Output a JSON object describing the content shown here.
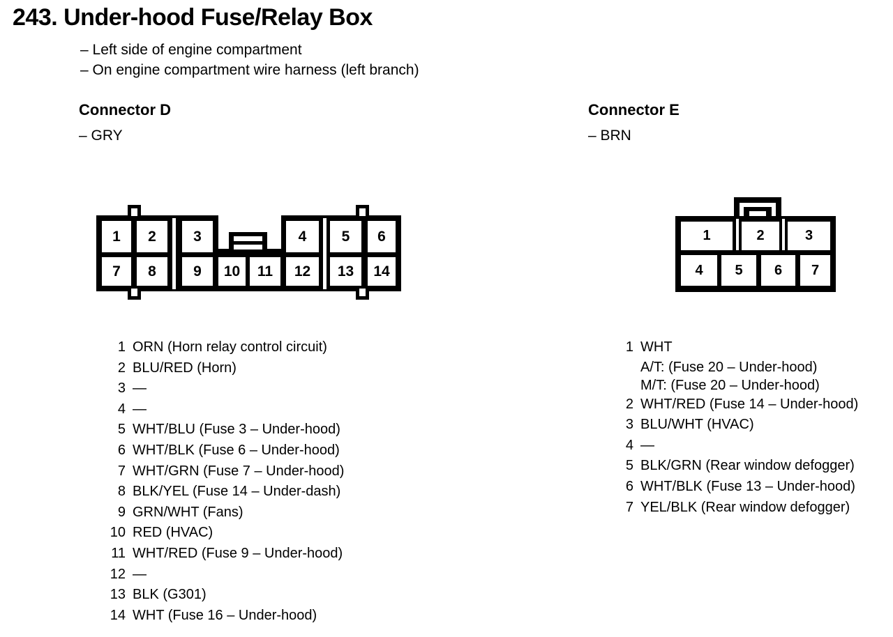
{
  "page": {
    "title": "243. Under-hood Fuse/Relay Box",
    "location_notes": [
      "– Left side of engine compartment",
      "– On engine compartment wire harness (left branch)"
    ]
  },
  "colors": {
    "ink": "#000000",
    "paper": "#ffffff"
  },
  "connector_d": {
    "name": "Connector D",
    "color_note": "– GRY",
    "pins": [
      {
        "num": "1",
        "desc": "ORN (Horn relay control circuit)"
      },
      {
        "num": "2",
        "desc": "BLU/RED (Horn)"
      },
      {
        "num": "3",
        "desc": "—"
      },
      {
        "num": "4",
        "desc": "—"
      },
      {
        "num": "5",
        "desc": "WHT/BLU (Fuse 3 – Under-hood)"
      },
      {
        "num": "6",
        "desc": "WHT/BLK (Fuse 6 – Under-hood)"
      },
      {
        "num": "7",
        "desc": "WHT/GRN (Fuse 7 – Under-hood)"
      },
      {
        "num": "8",
        "desc": "BLK/YEL (Fuse 14 – Under-dash)"
      },
      {
        "num": "9",
        "desc": "GRN/WHT (Fans)"
      },
      {
        "num": "10",
        "desc": "RED (HVAC)"
      },
      {
        "num": "11",
        "desc": "WHT/RED (Fuse 9 – Under-hood)"
      },
      {
        "num": "12",
        "desc": "—"
      },
      {
        "num": "13",
        "desc": "BLK (G301)"
      },
      {
        "num": "14",
        "desc": "WHT (Fuse 16 – Under-hood)"
      }
    ]
  },
  "connector_e": {
    "name": "Connector E",
    "color_note": "– BRN",
    "pins": [
      {
        "num": "1",
        "desc": "WHT",
        "extra": [
          "A/T: (Fuse 20 – Under-hood)",
          "M/T: (Fuse 20 – Under-hood)"
        ]
      },
      {
        "num": "2",
        "desc": "WHT/RED (Fuse 14 – Under-hood)"
      },
      {
        "num": "3",
        "desc": "BLU/WHT (HVAC)"
      },
      {
        "num": "4",
        "desc": "—"
      },
      {
        "num": "5",
        "desc": "BLK/GRN (Rear window defogger)"
      },
      {
        "num": "6",
        "desc": "WHT/BLK (Fuse 13 – Under-hood)"
      },
      {
        "num": "7",
        "desc": "YEL/BLK (Rear window defogger)"
      }
    ]
  }
}
